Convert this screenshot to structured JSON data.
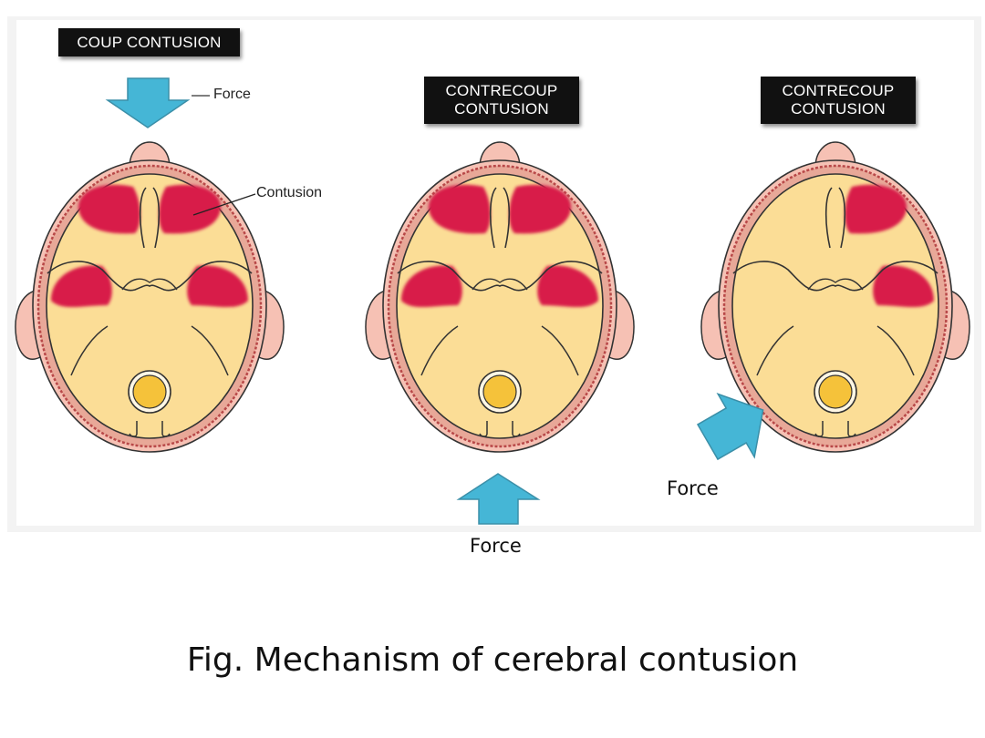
{
  "panels": [
    {
      "title": "COUP CONTUSION",
      "force_label": "Force",
      "contusion_label": "Contusion"
    },
    {
      "title_line1": "CONTRECOUP",
      "title_line2": "CONTUSION",
      "force_label": "Force"
    },
    {
      "title_line1": "CONTRECOUP",
      "title_line2": "CONTUSION",
      "force_label": "Force"
    }
  ],
  "caption": "Fig. Mechanism of cerebral contusion",
  "colors": {
    "arrow": "#45b6d6",
    "brain": "#fbdd96",
    "contusion": "#d81e48",
    "skull": "#e8a898",
    "skin": "#f6c1b4",
    "label_bg": "#111111"
  },
  "icons": [
    "force-arrow-icon"
  ]
}
